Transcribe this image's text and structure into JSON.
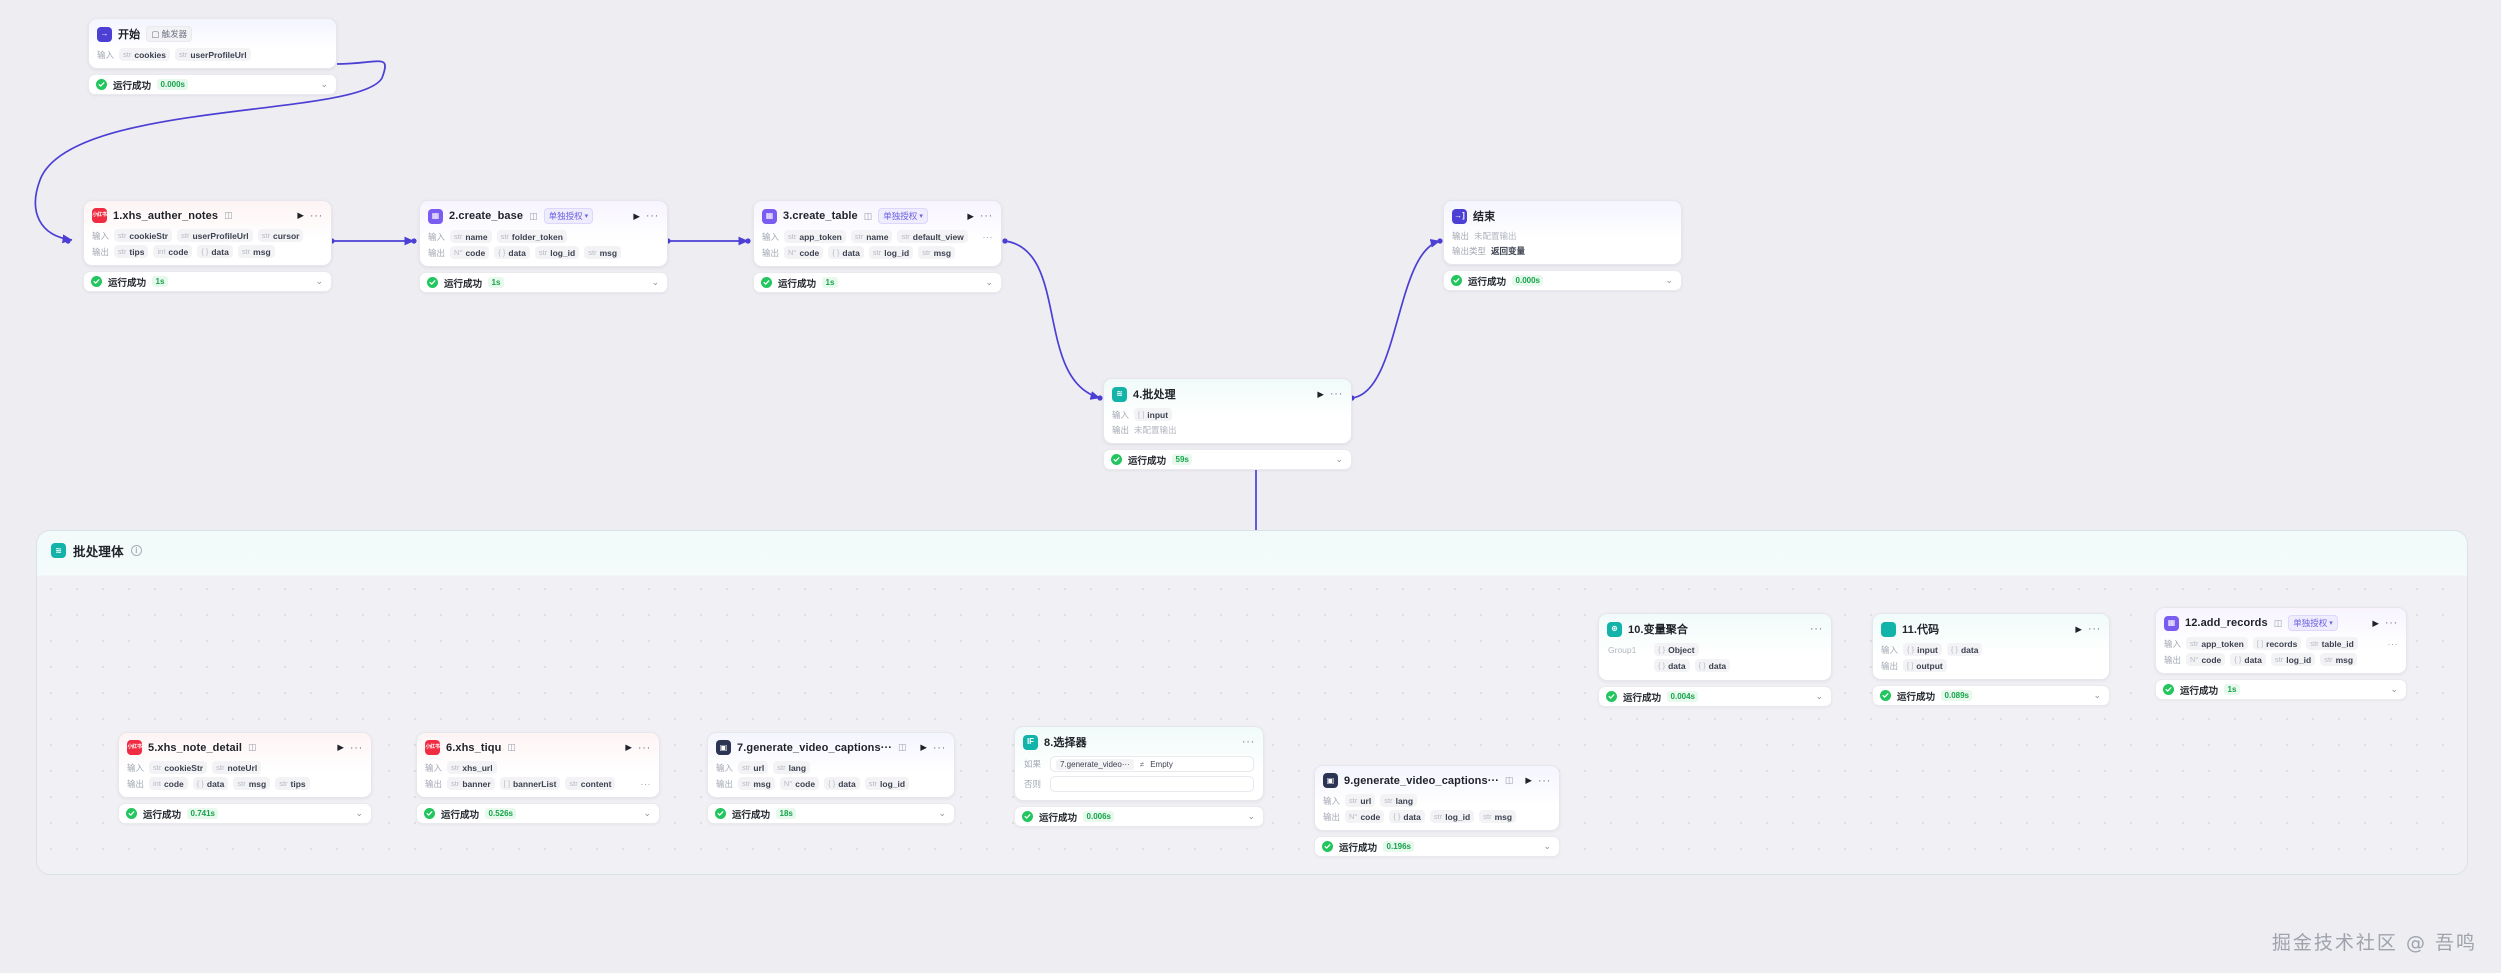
{
  "canvas": {
    "background": "#eeedf2",
    "edge_color": "#4b3fd4",
    "watermark": "掘金技术社区 @ 吾鸣"
  },
  "labels": {
    "input": "输入",
    "output": "输出",
    "output_type": "输出类型",
    "status_success": "运行成功",
    "auth_badge": "单独授权",
    "if": "如果",
    "else": "否则",
    "group1": "Group1",
    "not_configured_output": "未配置输出",
    "return_variable": "返回变量",
    "run_icon": "▶",
    "more_icon": "···",
    "chevron_down": "⌄",
    "ellipsis_icon": "···"
  },
  "batch_container": {
    "title": "批处理体",
    "info_icon": "i"
  },
  "nodes": [
    {
      "id": "start",
      "title": "开始",
      "icon_glyph": "→",
      "icon_color": "#4b3fd4",
      "tint": "tinted-blue",
      "badge": "触发器",
      "has_run": false,
      "has_more": false,
      "rows": [
        {
          "label": "输入",
          "chips": [
            {
              "type": "str",
              "name": "cookies"
            },
            {
              "type": "str",
              "name": "userProfileUrl"
            }
          ]
        }
      ],
      "status": {
        "text": "运行成功",
        "duration": "0.000s"
      }
    },
    {
      "id": "n1",
      "title": "1.xhs_auther_notes",
      "icon_glyph": "小红书",
      "icon_color": "#ef2c41",
      "tint": "tinted-red",
      "sub_icon": "plugin",
      "has_run": true,
      "has_more": true,
      "rows": [
        {
          "label": "输入",
          "chips": [
            {
              "type": "str",
              "name": "cookieStr"
            },
            {
              "type": "str",
              "name": "userProfileUrl"
            },
            {
              "type": "str",
              "name": "cursor"
            }
          ]
        },
        {
          "label": "输出",
          "chips": [
            {
              "type": "str",
              "name": "tips"
            },
            {
              "type": "int",
              "name": "code"
            },
            {
              "type": "{ }",
              "name": "data"
            },
            {
              "type": "str",
              "name": "msg"
            }
          ]
        }
      ],
      "status": {
        "text": "运行成功",
        "duration": "1s"
      }
    },
    {
      "id": "n2",
      "title": "2.create_base",
      "icon_glyph": "▦",
      "icon_color": "#7a5cf0",
      "tint": "tinted-purple",
      "sub_icon": "plugin",
      "badge_auth": "单独授权",
      "has_run": true,
      "has_more": true,
      "rows": [
        {
          "label": "输入",
          "chips": [
            {
              "type": "str",
              "name": "name"
            },
            {
              "type": "str",
              "name": "folder_token"
            }
          ]
        },
        {
          "label": "输出",
          "chips": [
            {
              "type": "N°",
              "name": "code"
            },
            {
              "type": "{ }",
              "name": "data"
            },
            {
              "type": "str",
              "name": "log_id"
            },
            {
              "type": "str",
              "name": "msg"
            }
          ]
        }
      ],
      "status": {
        "text": "运行成功",
        "duration": "1s"
      }
    },
    {
      "id": "n3",
      "title": "3.create_table",
      "icon_glyph": "▦",
      "icon_color": "#7a5cf0",
      "tint": "tinted-purple",
      "sub_icon": "plugin",
      "badge_auth": "单独授权",
      "has_run": true,
      "has_more": true,
      "rows": [
        {
          "label": "输入",
          "chips": [
            {
              "type": "str",
              "name": "app_token"
            },
            {
              "type": "str",
              "name": "name"
            },
            {
              "type": "str",
              "name": "default_view"
            }
          ],
          "trailing_more": true
        },
        {
          "label": "输出",
          "chips": [
            {
              "type": "N°",
              "name": "code"
            },
            {
              "type": "{ }",
              "name": "data"
            },
            {
              "type": "str",
              "name": "log_id"
            },
            {
              "type": "str",
              "name": "msg"
            }
          ]
        }
      ],
      "status": {
        "text": "运行成功",
        "duration": "1s"
      }
    },
    {
      "id": "end",
      "title": "结束",
      "icon_glyph": "→]",
      "icon_color": "#4b3fd4",
      "tint": "tinted-blue",
      "has_run": false,
      "has_more": false,
      "rows": [
        {
          "label": "输出",
          "plain_muted": "未配置输出"
        },
        {
          "label": "输出类型",
          "plain_value": "返回变量"
        }
      ],
      "status": {
        "text": "运行成功",
        "duration": "0.000s"
      }
    },
    {
      "id": "n4",
      "title": "4.批处理",
      "icon_glyph": "≋",
      "icon_color": "#12b3a8",
      "tint": "tinted-teal",
      "has_run": true,
      "has_more": true,
      "rows": [
        {
          "label": "输入",
          "chips": [
            {
              "type": "[ ]",
              "name": "input"
            }
          ]
        },
        {
          "label": "输出",
          "plain_muted": "未配置输出"
        }
      ],
      "status": {
        "text": "运行成功",
        "duration": "59s"
      }
    },
    {
      "id": "n5",
      "title": "5.xhs_note_detail",
      "icon_glyph": "小红书",
      "icon_color": "#ef2c41",
      "tint": "tinted-red",
      "sub_icon": "plugin",
      "has_run": true,
      "has_more": true,
      "rows": [
        {
          "label": "输入",
          "chips": [
            {
              "type": "str",
              "name": "cookieStr"
            },
            {
              "type": "str",
              "name": "noteUrl"
            }
          ]
        },
        {
          "label": "输出",
          "chips": [
            {
              "type": "int",
              "name": "code"
            },
            {
              "type": "{ }",
              "name": "data"
            },
            {
              "type": "str",
              "name": "msg"
            },
            {
              "type": "str",
              "name": "tips"
            }
          ]
        }
      ],
      "status": {
        "text": "运行成功",
        "duration": "0.741s"
      }
    },
    {
      "id": "n6",
      "title": "6.xhs_tiqu",
      "icon_glyph": "小红书",
      "icon_color": "#ef2c41",
      "tint": "tinted-red",
      "sub_icon": "plugin",
      "has_run": true,
      "has_more": true,
      "rows": [
        {
          "label": "输入",
          "chips": [
            {
              "type": "str",
              "name": "xhs_url"
            }
          ]
        },
        {
          "label": "输出",
          "chips": [
            {
              "type": "str",
              "name": "banner"
            },
            {
              "type": "[ ]",
              "name": "bannerList"
            },
            {
              "type": "str",
              "name": "content"
            }
          ],
          "trailing_more": true
        }
      ],
      "status": {
        "text": "运行成功",
        "duration": "0.526s"
      }
    },
    {
      "id": "n7",
      "title": "7.generate_video_captions···",
      "icon_glyph": "▣",
      "icon_color": "#2b3553",
      "tint": "tinted-blue",
      "sub_icon": "plugin",
      "has_run": true,
      "has_more": true,
      "rows": [
        {
          "label": "输入",
          "chips": [
            {
              "type": "str",
              "name": "url"
            },
            {
              "type": "str",
              "name": "lang"
            }
          ]
        },
        {
          "label": "输出",
          "chips": [
            {
              "type": "str",
              "name": "msg"
            },
            {
              "type": "N°",
              "name": "code"
            },
            {
              "type": "{ }",
              "name": "data"
            },
            {
              "type": "str",
              "name": "log_id"
            }
          ]
        }
      ],
      "status": {
        "text": "运行成功",
        "duration": "18s"
      }
    },
    {
      "id": "n8",
      "title": "8.选择器",
      "icon_glyph": "IF",
      "icon_color": "#12b3a8",
      "tint": "tinted-teal",
      "has_run": false,
      "has_more": true,
      "selector": {
        "if_label": "如果",
        "if_ref": "7.generate_video···",
        "if_op": "≠",
        "if_value": "Empty",
        "else_label": "否则"
      },
      "status": {
        "text": "运行成功",
        "duration": "0.006s"
      }
    },
    {
      "id": "n9",
      "title": "9.generate_video_captions···",
      "icon_glyph": "▣",
      "icon_color": "#2b3553",
      "tint": "tinted-blue",
      "sub_icon": "plugin",
      "has_run": true,
      "has_more": true,
      "rows": [
        {
          "label": "输入",
          "chips": [
            {
              "type": "str",
              "name": "url"
            },
            {
              "type": "str",
              "name": "lang"
            }
          ]
        },
        {
          "label": "输出",
          "chips": [
            {
              "type": "N°",
              "name": "code"
            },
            {
              "type": "{ }",
              "name": "data"
            },
            {
              "type": "str",
              "name": "log_id"
            },
            {
              "type": "str",
              "name": "msg"
            }
          ]
        }
      ],
      "status": {
        "text": "运行成功",
        "duration": "0.196s"
      }
    },
    {
      "id": "n10",
      "title": "10.变量聚合",
      "icon_glyph": "⊛",
      "icon_color": "#12b3a8",
      "tint": "tinted-teal",
      "has_run": false,
      "has_more": true,
      "aggregate": {
        "group_label": "Group1",
        "row1": [
          {
            "type": "{ }",
            "name": "Object"
          }
        ],
        "row2": [
          {
            "type": "{ }",
            "name": "data"
          },
          {
            "type": "{ }",
            "name": "data"
          }
        ]
      },
      "status": {
        "text": "运行成功",
        "duration": "0.004s"
      }
    },
    {
      "id": "n11",
      "title": "11.代码",
      "icon_glyph": "</>",
      "icon_color": "#12b3a8",
      "tint": "tinted-teal",
      "has_run": true,
      "has_more": true,
      "rows": [
        {
          "label": "输入",
          "chips": [
            {
              "type": "{ }",
              "name": "input"
            },
            {
              "type": "{ }",
              "name": "data"
            }
          ]
        },
        {
          "label": "输出",
          "chips": [
            {
              "type": "[ ]",
              "name": "output"
            }
          ]
        }
      ],
      "status": {
        "text": "运行成功",
        "duration": "0.089s"
      }
    },
    {
      "id": "n12",
      "title": "12.add_records",
      "icon_glyph": "▦",
      "icon_color": "#7a5cf0",
      "tint": "tinted-purple",
      "sub_icon": "plugin",
      "badge_auth": "单独授权",
      "has_run": true,
      "has_more": true,
      "rows": [
        {
          "label": "输入",
          "chips": [
            {
              "type": "str",
              "name": "app_token"
            },
            {
              "type": "[ ]",
              "name": "records"
            },
            {
              "type": "str",
              "name": "table_id"
            }
          ],
          "trailing_more": true
        },
        {
          "label": "输出",
          "chips": [
            {
              "type": "N°",
              "name": "code"
            },
            {
              "type": "{ }",
              "name": "data"
            },
            {
              "type": "str",
              "name": "log_id"
            },
            {
              "type": "str",
              "name": "msg"
            }
          ]
        }
      ],
      "status": {
        "text": "运行成功",
        "duration": "1s"
      }
    }
  ]
}
